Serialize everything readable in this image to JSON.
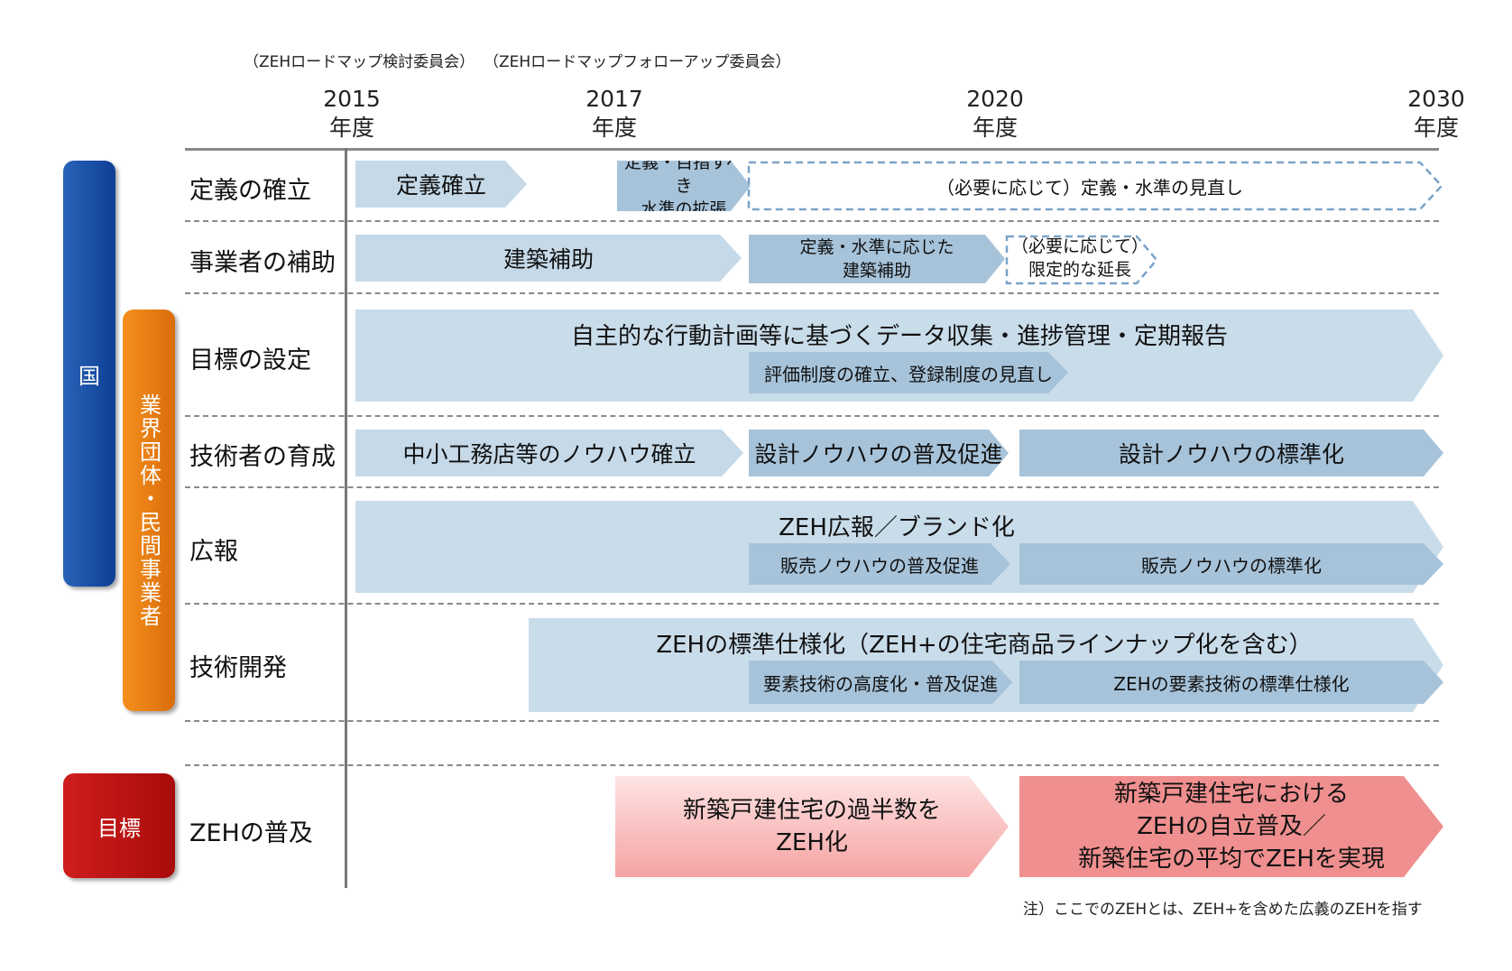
{
  "committees": {
    "review": "（ZEHロードマップ検討委員会）",
    "followup": "（ZEHロードマップフォローアップ委員会）"
  },
  "years": [
    {
      "year": "2015",
      "unit": "年度"
    },
    {
      "year": "2017",
      "unit": "年度"
    },
    {
      "year": "2020",
      "unit": "年度"
    },
    {
      "year": "2030",
      "unit": "年度"
    }
  ],
  "actors": {
    "country": "国",
    "industry": "業界団体・民間事業者",
    "goal": "目標"
  },
  "rows": {
    "definition": "定義の確立",
    "subsidy": "事業者の補助",
    "target": "目標の設定",
    "engineer": "技術者の育成",
    "pr": "広報",
    "tech": "技術開発",
    "zeh": "ZEHの普及"
  },
  "items": {
    "def_establish": "定義確立",
    "def_expand_1": "定義・目指すべき",
    "def_expand_2": "水準の拡張",
    "def_review": "（必要に応じて）定義・水準の見直し",
    "sub_build": "建築補助",
    "sub_level_1": "定義・水準に応じた",
    "sub_level_2": "建築補助",
    "sub_ext_1": "（必要に応じて）",
    "sub_ext_2": "限定的な延長",
    "target_main": "自主的な行動計画等に基づくデータ収集・進捗管理・定期報告",
    "target_sub": "評価制度の確立、登録制度の見直し",
    "eng_1": "中小工務店等のノウハウ確立",
    "eng_2": "設計ノウハウの普及促進",
    "eng_3": "設計ノウハウの標準化",
    "pr_main": "ZEH広報／ブランド化",
    "pr_sub1": "販売ノウハウの普及促進",
    "pr_sub2": "販売ノウハウの標準化",
    "tech_main": "ZEHの標準仕様化（ZEH+の住宅商品ラインナップ化を含む）",
    "tech_sub1": "要素技術の高度化・普及促進",
    "tech_sub2": "ZEHの要素技術の標準仕様化",
    "goal_1_line1": "新築戸建住宅の過半数を",
    "goal_1_line2": "ZEH化",
    "goal_2_line1": "新築戸建住宅における",
    "goal_2_line2": "ZEHの自立普及／",
    "goal_2_line3": "新築住宅の平均でZEHを実現"
  },
  "note": "注）ここでのZEHとは、ZEH+を含めた広義のZEHを指す",
  "colors": {
    "country": "#1a4fa6",
    "industry": "#ea7d12",
    "goal": "#bb1212",
    "arrow_light": "#c5d9e8",
    "arrow_mid": "#a6c3da",
    "arrow_pink": "#f6a3a3",
    "arrow_red": "#f08f8f",
    "dashed_border": "#7aa3c8"
  }
}
